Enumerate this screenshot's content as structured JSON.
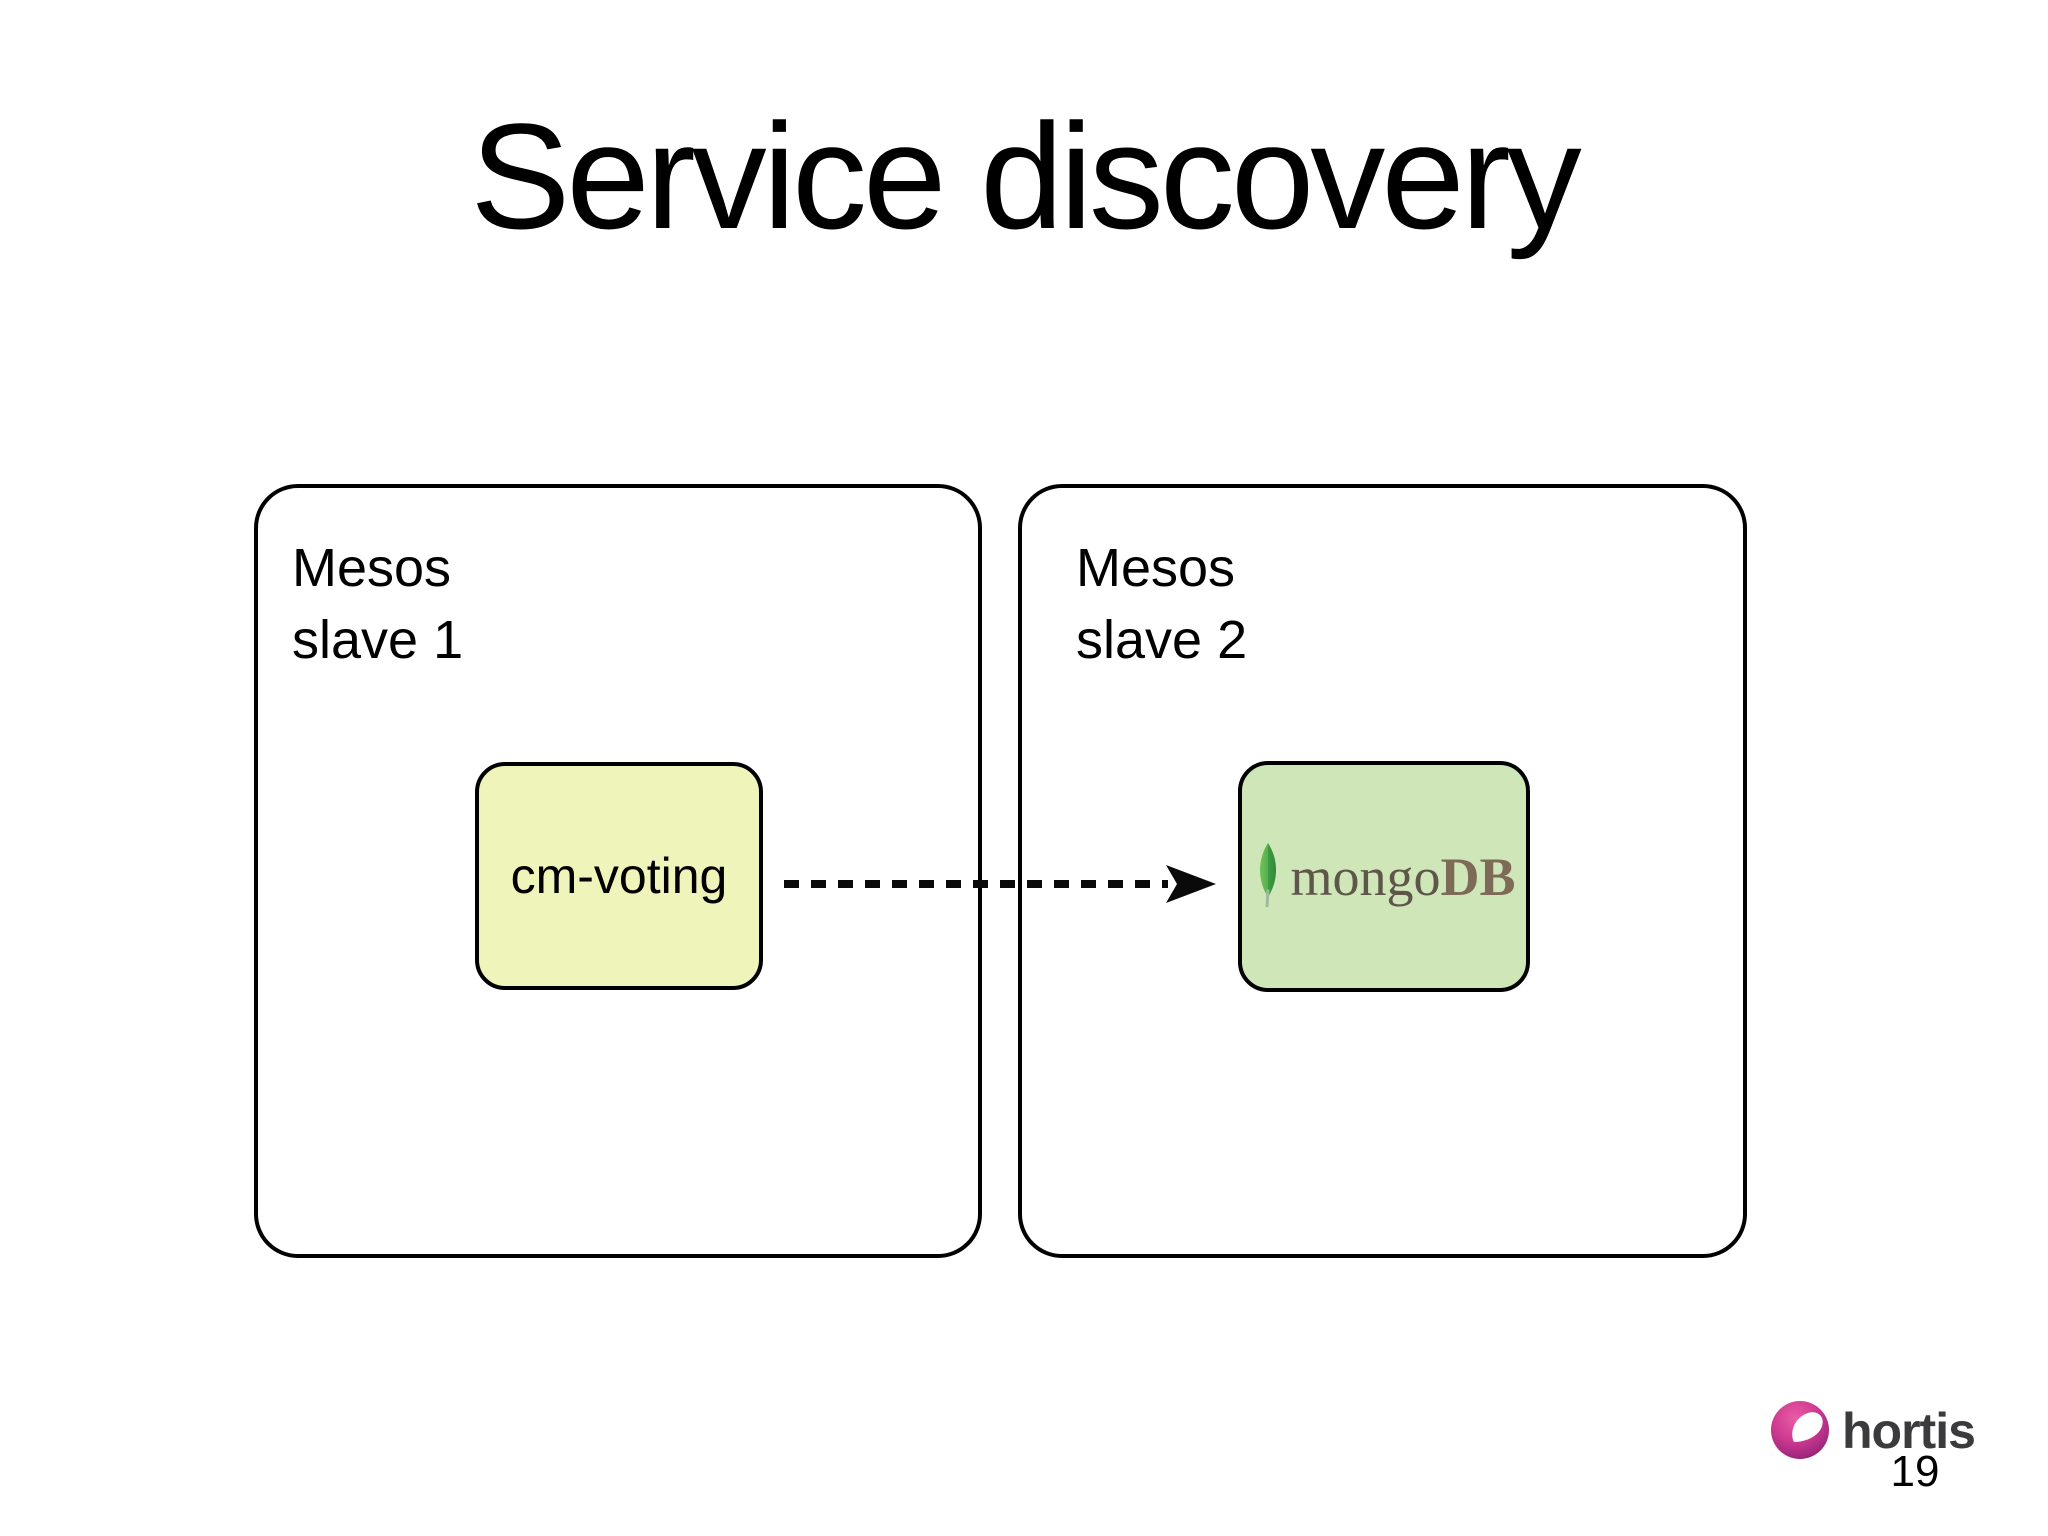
{
  "slide": {
    "title": "Service discovery"
  },
  "boxes": {
    "slave1": {
      "label": [
        "Mesos",
        "slave 1"
      ]
    },
    "slave2": {
      "label": [
        "Mesos",
        "slave 2"
      ]
    },
    "cm_voting": {
      "label": "cm-voting"
    },
    "mongodb": {
      "text_mongo": "mongo",
      "text_db": "DB"
    }
  },
  "arrow": {
    "style": "dashed",
    "direction": "left-to-right"
  },
  "colors": {
    "cm_voting_fill": "#eff4ba",
    "mongodb_fill": "#cfe6b8",
    "mongodb_leaf_green": "#43a047",
    "mongodb_text_brown": "#6b5d4e",
    "hortis_magenta": "#c0308a",
    "box_border": "#000000"
  },
  "footer": {
    "brand": "hortis",
    "page_number": "19"
  }
}
